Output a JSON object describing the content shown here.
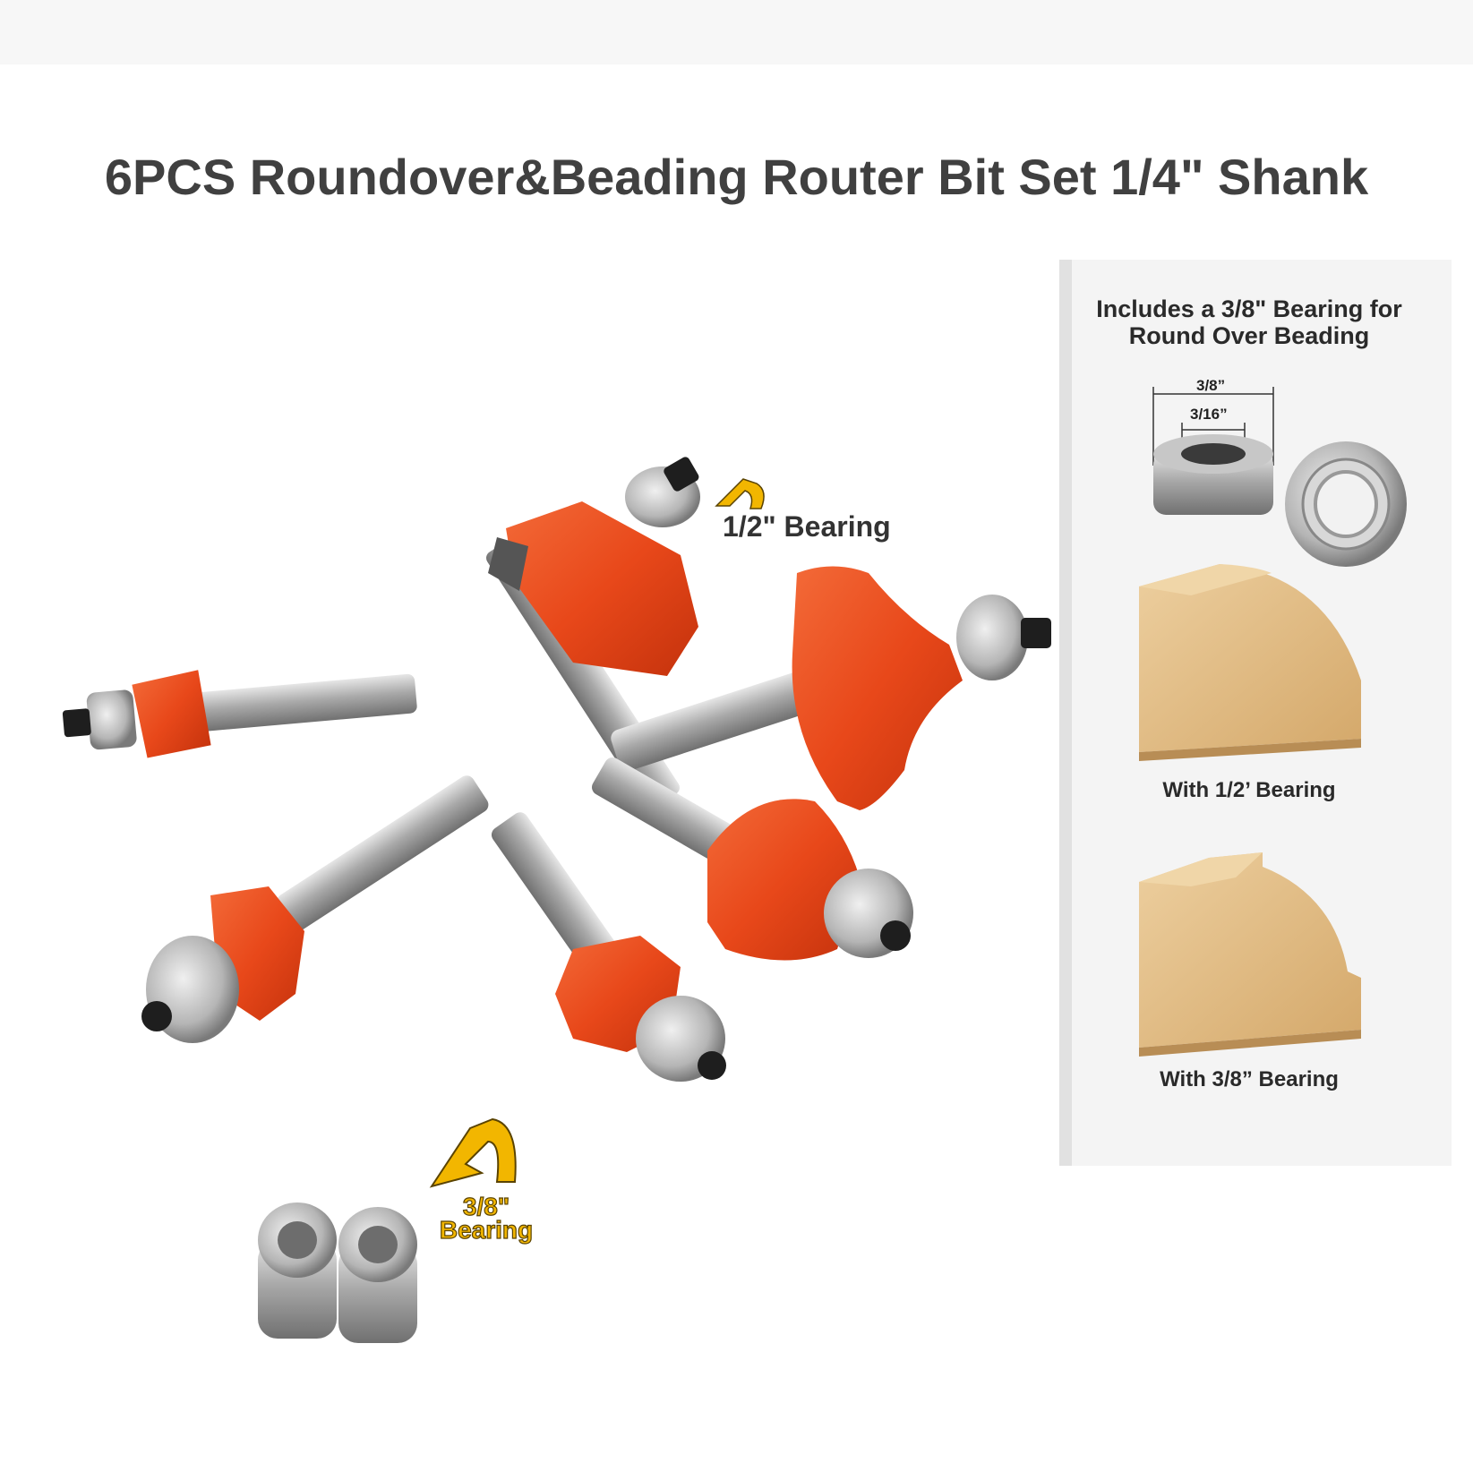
{
  "title": "6PCS Roundover&Beading Router Bit Set 1/4\" Shank",
  "callouts": {
    "half_inch_bearing": "1/2\" Bearing",
    "three_eighths_bearing_line1": "3/8\"",
    "three_eighths_bearing_line2": "Bearing"
  },
  "side_panel": {
    "heading_line1": "Includes a 3/8\" Bearing for",
    "heading_line2": "Round Over Beading",
    "dim_outer": "3/8”",
    "dim_inner": "3/16”",
    "caption_top": "With 1/2’ Bearing",
    "caption_bottom": "With 3/8” Bearing"
  },
  "colors": {
    "bit_orange": "#e8481a",
    "steel": "#b8b8b8",
    "title_gray": "#404040",
    "arrow_yellow": "#f2b600",
    "wood": "#e2bf8e"
  }
}
